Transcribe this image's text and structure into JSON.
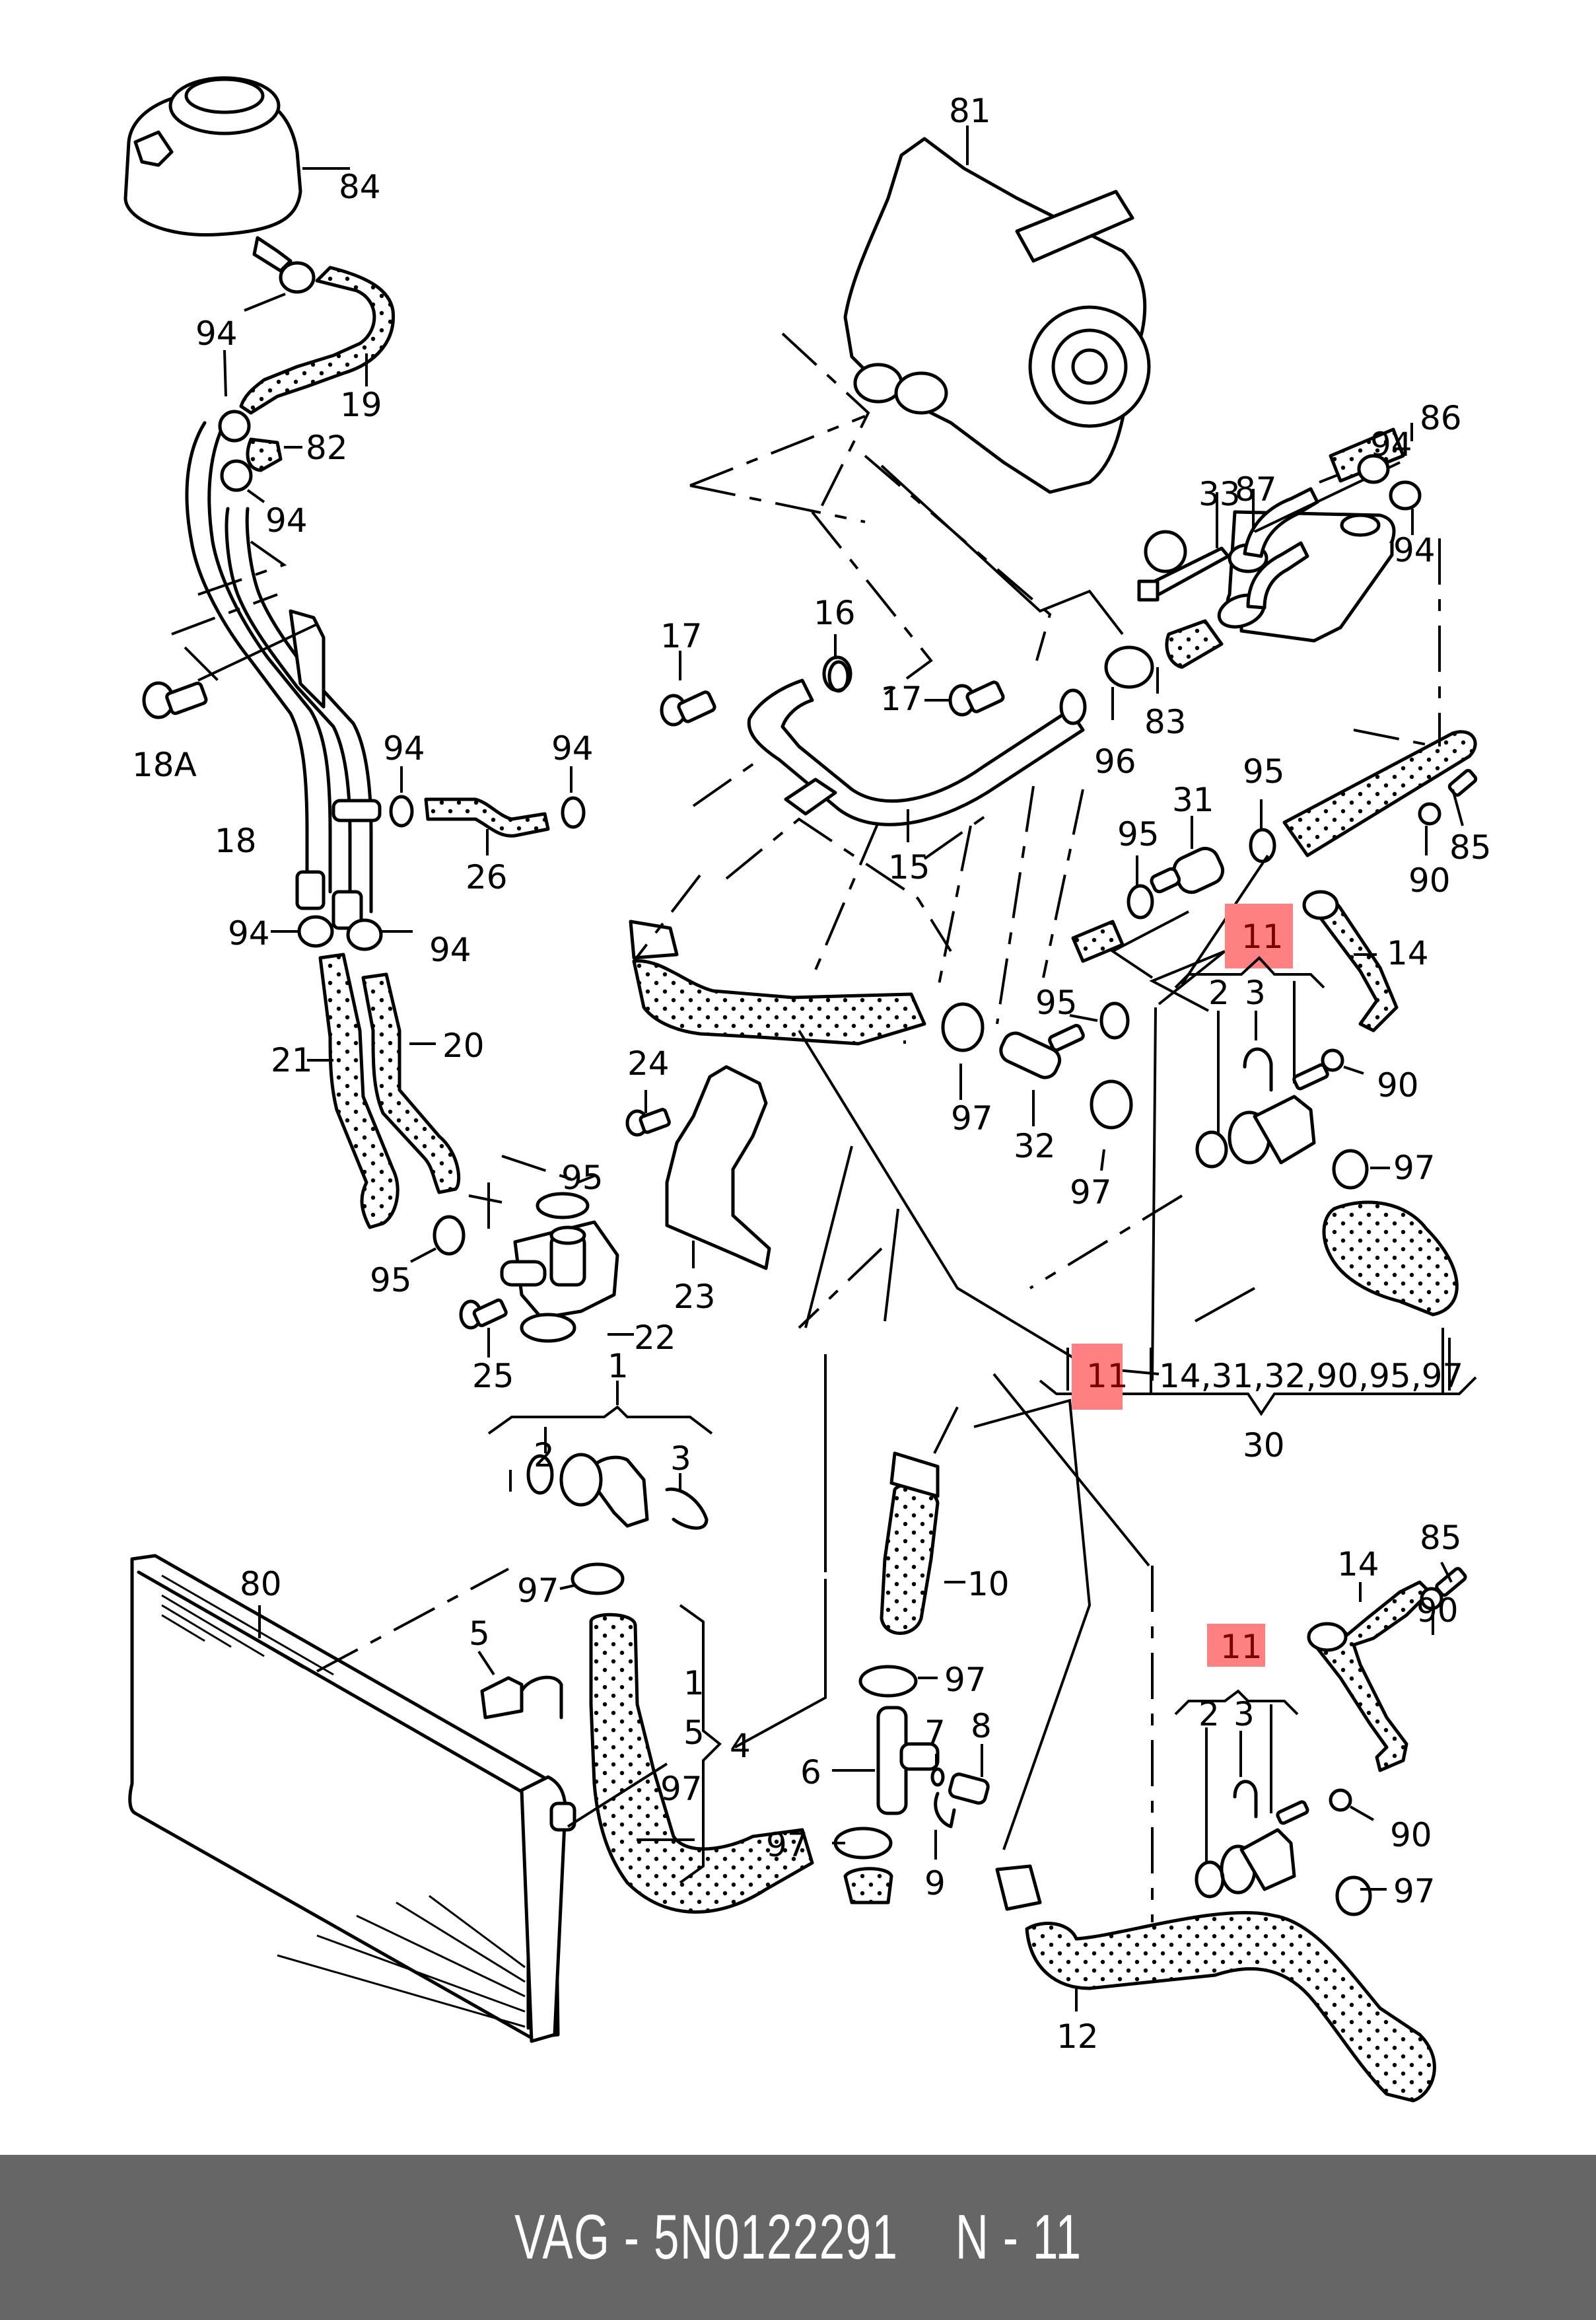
{
  "title": "Cooling system parts diagram",
  "footer": {
    "brand": "VAG",
    "separator": "-",
    "part_number": "5N0122291",
    "page_ref": "N - 11"
  },
  "highlight_color": "#ff8080",
  "callouts": {
    "c81": "81",
    "c84": "84",
    "c94a": "94",
    "c19": "19",
    "c82": "82",
    "c94b": "94",
    "c33": "33",
    "c87": "87",
    "c94c": "94",
    "c86": "86",
    "c94d": "94",
    "c83": "83",
    "c96": "96",
    "c16": "16",
    "c17a": "17",
    "c17b": "17",
    "c18A": "18A",
    "c94e": "94",
    "c94f": "94",
    "c18": "18",
    "c26": "26",
    "c15": "15",
    "c95a": "95",
    "c31": "31",
    "c85a": "85",
    "c90a": "90",
    "c95b": "95",
    "c11a": "11",
    "c14a": "14",
    "c94g": "94",
    "c94h": "94",
    "c21": "21",
    "c20": "20",
    "c95c": "95",
    "c2a": "2",
    "c3a": "3",
    "c90b": "90",
    "c24": "24",
    "c97a": "97",
    "c32": "32",
    "c97b": "97",
    "c97c": "97",
    "c95d": "95",
    "c23": "23",
    "c95e": "95",
    "c22": "22",
    "c25": "25",
    "c11b": "11",
    "c30_list": "14,31,32,90,95,97",
    "c30": "30",
    "c1": "1",
    "c2b": "2",
    "c3b": "3",
    "c80": "80",
    "c97d": "97",
    "c5a": "5",
    "c10": "10",
    "c97e": "97",
    "c1b": "1",
    "c5b": "5",
    "c4": "4",
    "c97f": "97",
    "c6": "6",
    "c7": "7",
    "c8": "8",
    "c97g": "97",
    "c9": "9",
    "c85b": "85",
    "c14b": "14",
    "c90c": "90",
    "c11c": "11",
    "c2c": "2",
    "c3c": "3",
    "c90d": "90",
    "c97h": "97",
    "c12": "12"
  },
  "highlighted_part": "11"
}
